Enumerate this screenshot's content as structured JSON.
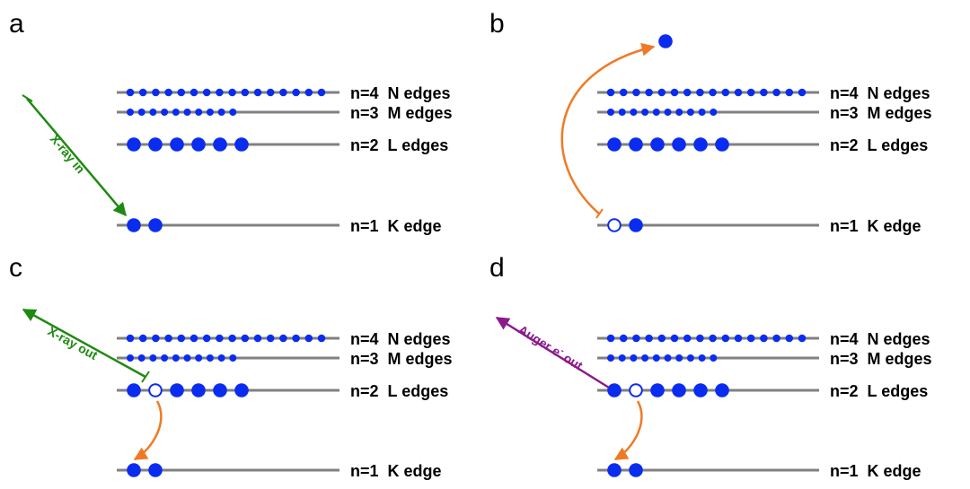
{
  "colors": {
    "level_line": "#808080",
    "electron": "#0a2cf0",
    "xray": "#1f8a12",
    "excitation": "#f07a24",
    "auger": "#8b1a8b",
    "text": "#000000"
  },
  "level_labels": {
    "n4": "n=4  N edges",
    "n3": "n=3  M edges",
    "n2": "n=2  L edges",
    "n1": "n=1  K edge"
  },
  "panels": [
    {
      "letter": "a",
      "electrons": {
        "n4": 16,
        "n3": 10,
        "n2": 6,
        "n1": 2
      },
      "holes": {
        "n2": [],
        "n1": []
      },
      "photon_label": "X-ray in"
    },
    {
      "letter": "b",
      "electrons": {
        "n4": 16,
        "n3": 10,
        "n2": 6,
        "n1": 1
      },
      "holes": {
        "n2": [],
        "n1": [
          0
        ]
      },
      "ejected_electron": true
    },
    {
      "letter": "c",
      "electrons": {
        "n4": 16,
        "n3": 10,
        "n2": 5,
        "n1": 2
      },
      "holes": {
        "n2": [
          1
        ],
        "n1": []
      },
      "photon_label": "X-ray out"
    },
    {
      "letter": "d",
      "electrons": {
        "n4": 16,
        "n3": 10,
        "n2": 5,
        "n1": 2
      },
      "holes": {
        "n2": [
          1
        ],
        "n1": []
      },
      "auger_label": "Auger e",
      "auger_superscript": "-",
      "auger_suffix": " out"
    }
  ]
}
